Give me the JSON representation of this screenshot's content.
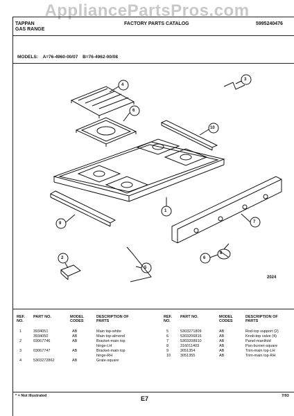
{
  "watermark": "AppliancePartsPros.com",
  "header": {
    "brand_line1": "TAPPAN",
    "brand_line2": "GAS RANGE",
    "catalog_title": "FACTORY PARTS CATALOG",
    "catalog_number": "5995240476"
  },
  "models": {
    "label": "MODELS:",
    "model_a": "A=76-4960-00/07",
    "model_b": "B=76-4962-00/08"
  },
  "diagram": {
    "callouts": [
      "4",
      "6",
      "3",
      "10",
      "1",
      "9",
      "7",
      "2",
      "6",
      "8",
      "5"
    ],
    "figure_code": "2024"
  },
  "parts_table": {
    "headers": {
      "ref_no": "REF. NO.",
      "part_no": "PART NO.",
      "model_codes": "MODEL CODES",
      "description": "DESCRIPTION OF PARTS"
    },
    "left": [
      {
        "ref": "1",
        "part": "3934051",
        "codes": "AB",
        "desc": "Main top-white"
      },
      {
        "ref": "",
        "part": "3934050",
        "codes": "AB",
        "desc": "Main top-almond"
      },
      {
        "ref": "2",
        "part": "03067746",
        "codes": "AB",
        "desc": "Bracket-main top"
      },
      {
        "ref": "",
        "part": "",
        "codes": "",
        "desc": "hinge-LH"
      },
      {
        "ref": "3",
        "part": "03067747",
        "codes": "AB",
        "desc": "Bracket-main top"
      },
      {
        "ref": "",
        "part": "",
        "codes": "",
        "desc": "hinge-RH"
      },
      {
        "ref": "4",
        "part": "5303272862",
        "codes": "AB",
        "desc": "Grate-square"
      }
    ],
    "right": [
      {
        "ref": "5",
        "part": "5303271809",
        "codes": "AB",
        "desc": "Rod-top support (2)"
      },
      {
        "ref": "6",
        "part": "5303206816",
        "codes": "AB",
        "desc": "Knob-top valve (4)"
      },
      {
        "ref": "7",
        "part": "5303208910",
        "codes": "AB",
        "desc": "Panel-manifold"
      },
      {
        "ref": "8",
        "part": "316011403",
        "codes": "AB",
        "desc": "Pan-burner-square"
      },
      {
        "ref": "9",
        "part": "3051354",
        "codes": "AB",
        "desc": "Trim-main top-LH"
      },
      {
        "ref": "10",
        "part": "3051355",
        "codes": "AB",
        "desc": "Trim-main top-RH"
      }
    ]
  },
  "footer": {
    "note": "* = Not Illustrated",
    "page_code": "E7",
    "date": "7/93"
  }
}
